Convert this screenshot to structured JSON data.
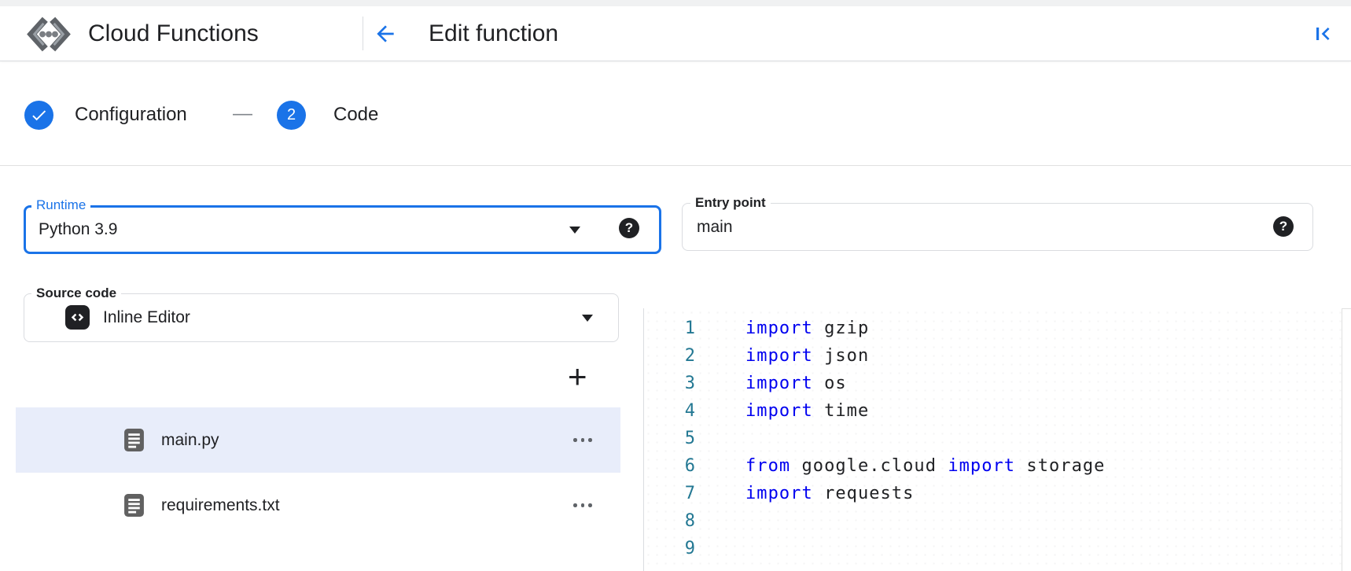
{
  "header": {
    "product_name": "Cloud Functions",
    "page_title": "Edit function",
    "icons": {
      "logo": "cloud-functions-logo",
      "back": "arrow-back-icon",
      "collapse": "collapse-panel-icon"
    }
  },
  "stepper": {
    "separator": "—",
    "steps": [
      {
        "label": "Configuration",
        "status": "completed",
        "indicator": "check-icon"
      },
      {
        "label": "Code",
        "status": "current",
        "indicator": "2"
      }
    ]
  },
  "form": {
    "runtime": {
      "label": "Runtime",
      "value": "Python 3.9",
      "focused": true,
      "help_icon": "help-icon",
      "caret_icon": "dropdown-caret-icon"
    },
    "entry_point": {
      "label": "Entry point",
      "value": "main",
      "help_icon": "help-icon"
    },
    "source_code": {
      "label": "Source code",
      "value": "Inline Editor",
      "leading_icon": "code-icon",
      "caret_icon": "dropdown-caret-icon"
    }
  },
  "file_panel": {
    "add_button_label": "+",
    "files": [
      {
        "name": "main.py",
        "selected": true,
        "icon": "file-icon",
        "menu_icon": "more-horiz-icon"
      },
      {
        "name": "requirements.txt",
        "selected": false,
        "icon": "file-icon",
        "menu_icon": "more-horiz-icon"
      }
    ]
  },
  "editor": {
    "lines": [
      {
        "n": "1",
        "tokens": [
          [
            "kw",
            "import"
          ],
          [
            "pl",
            " gzip"
          ]
        ]
      },
      {
        "n": "2",
        "tokens": [
          [
            "kw",
            "import"
          ],
          [
            "pl",
            " json"
          ]
        ]
      },
      {
        "n": "3",
        "tokens": [
          [
            "kw",
            "import"
          ],
          [
            "pl",
            " os"
          ]
        ]
      },
      {
        "n": "4",
        "tokens": [
          [
            "kw",
            "import"
          ],
          [
            "pl",
            " time"
          ]
        ]
      },
      {
        "n": "5",
        "tokens": []
      },
      {
        "n": "6",
        "tokens": [
          [
            "kw",
            "from"
          ],
          [
            "pl",
            " google.cloud "
          ],
          [
            "kw",
            "import"
          ],
          [
            "pl",
            " storage"
          ]
        ]
      },
      {
        "n": "7",
        "tokens": [
          [
            "kw",
            "import"
          ],
          [
            "pl",
            " requests"
          ]
        ]
      },
      {
        "n": "8",
        "tokens": []
      },
      {
        "n": "9",
        "tokens": []
      }
    ]
  },
  "colors": {
    "accent_blue": "#1a73e8",
    "keyword_blue": "#0000f0",
    "line_number_teal": "#237893",
    "selected_row_bg": "#e8edfa",
    "text_dark": "#202124",
    "icon_gray": "#5f6368",
    "border_gray": "#dadce0"
  }
}
